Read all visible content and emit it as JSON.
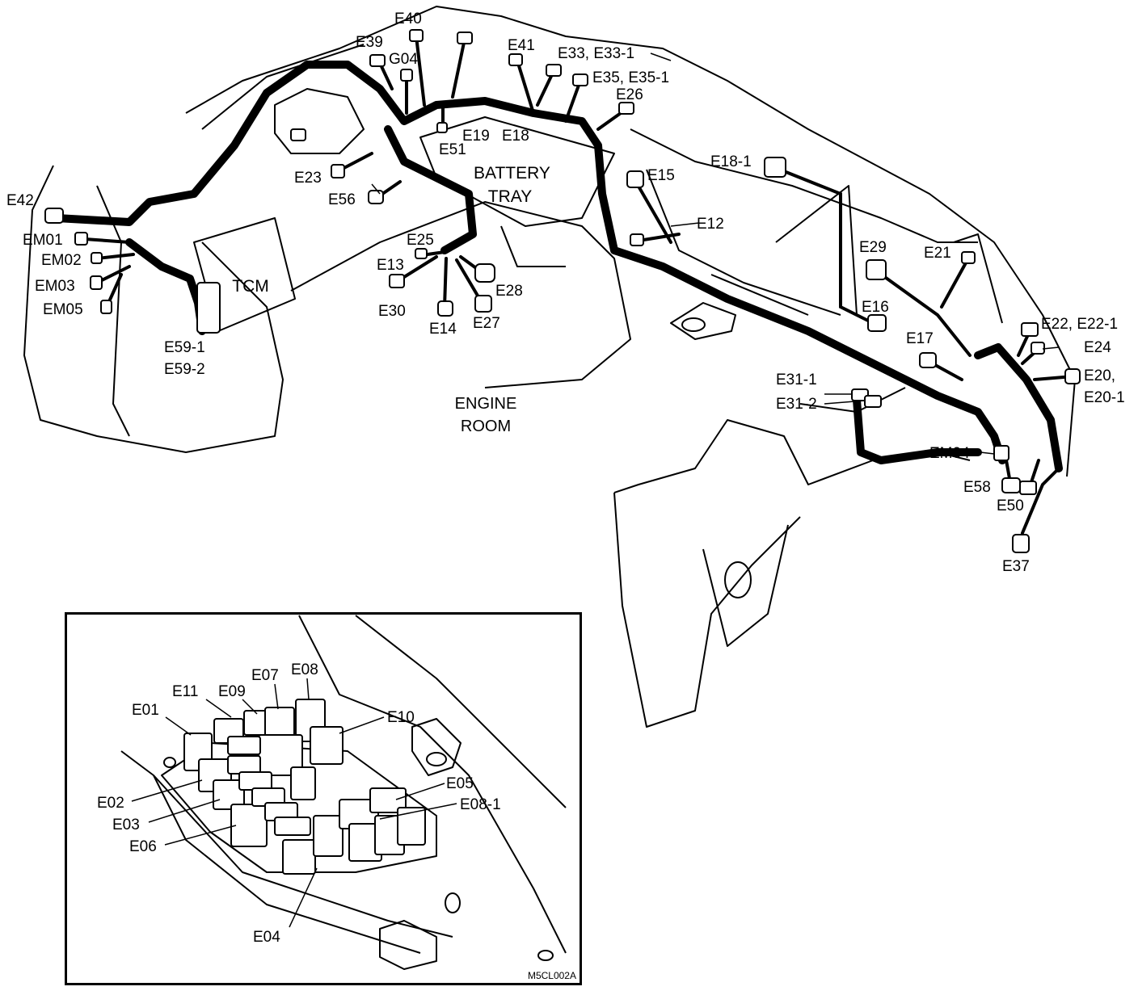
{
  "labels": {
    "E40": "E40",
    "E39": "E39",
    "G04": "G04",
    "E41": "E41",
    "E33": "E33, E33-1",
    "E35": "E35, E35-1",
    "E26": "E26",
    "E19": "E19",
    "E18": "E18",
    "E51": "E51",
    "E23": "E23",
    "E56": "E56",
    "E15": "E15",
    "E18_1": "E18-1",
    "E12": "E12",
    "E42": "E42",
    "EM01": "EM01",
    "EM02": "EM02",
    "EM03": "EM03",
    "EM05": "EM05",
    "E59_1": "E59-1",
    "E59_2": "E59-2",
    "E25": "E25",
    "E13": "E13",
    "E30": "E30",
    "E14": "E14",
    "E27": "E27",
    "E28": "E28",
    "E29": "E29",
    "E21": "E21",
    "E16": "E16",
    "E17": "E17",
    "E22": "E22, E22-1",
    "E24": "E24",
    "E20": "E20,",
    "E20_1": "E20-1",
    "E31_1": "E31-1",
    "E31_2": "E31-2",
    "EM04": "EM04",
    "E58": "E58",
    "E50": "E50",
    "E37": "E37"
  },
  "areas": {
    "battery_tray_1": "BATTERY",
    "battery_tray_2": "TRAY",
    "tcm": "TCM",
    "engine_room_1": "ENGINE",
    "engine_room_2": "ROOM"
  },
  "inset": {
    "labels": {
      "E01": "E01",
      "E11": "E11",
      "E09": "E09",
      "E07": "E07",
      "E08": "E08",
      "E10": "E10",
      "E05": "E05",
      "E08_1": "E08-1",
      "E02": "E02",
      "E03": "E03",
      "E06": "E06",
      "E04": "E04"
    },
    "code": "M5CL002A"
  }
}
